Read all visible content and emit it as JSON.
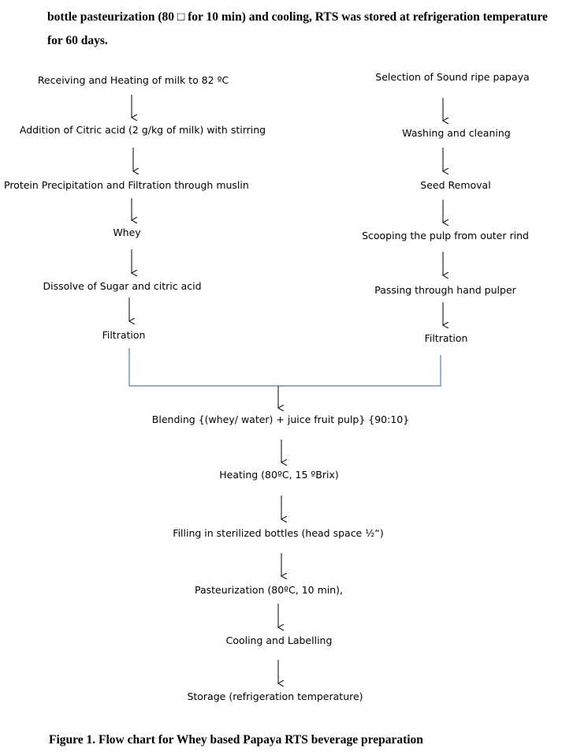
{
  "intro": {
    "line1": "bottle pasteurization (80 □ for 10 min) and cooling, RTS was stored at refrigeration temperature",
    "line2": "for 60 days."
  },
  "left_flow": [
    "Receiving and Heating of milk to 82 ºC",
    "Addition of Citric acid (2 g/kg of milk) with stirring",
    "Protein   Precipitation   and   Filtration   through   muslin",
    "Whey",
    "Dissolve of Sugar and citric acid",
    "Filtration"
  ],
  "right_flow": [
    "Selection of Sound ripe papaya",
    "Washing and cleaning",
    "Seed Removal",
    "Scooping the pulp from outer rind",
    "Passing through hand pulper",
    "Filtration"
  ],
  "merged_flow": [
    "Blending {(whey/ water) + juice fruit pulp} {90:10}",
    "Heating (80ºC, 15 ºBrix)",
    "Filling in sterilized bottles (head space ½“)",
    "Pasteurization (80ºC, 10 min),",
    "Cooling and Labelling",
    "Storage (refrigeration temperature)"
  ],
  "caption": "Figure 1. Flow chart for Whey based Papaya RTS beverage preparation",
  "colors": {
    "text": "#000000",
    "connector": "#4a7ebb",
    "arrow": "#000000"
  }
}
